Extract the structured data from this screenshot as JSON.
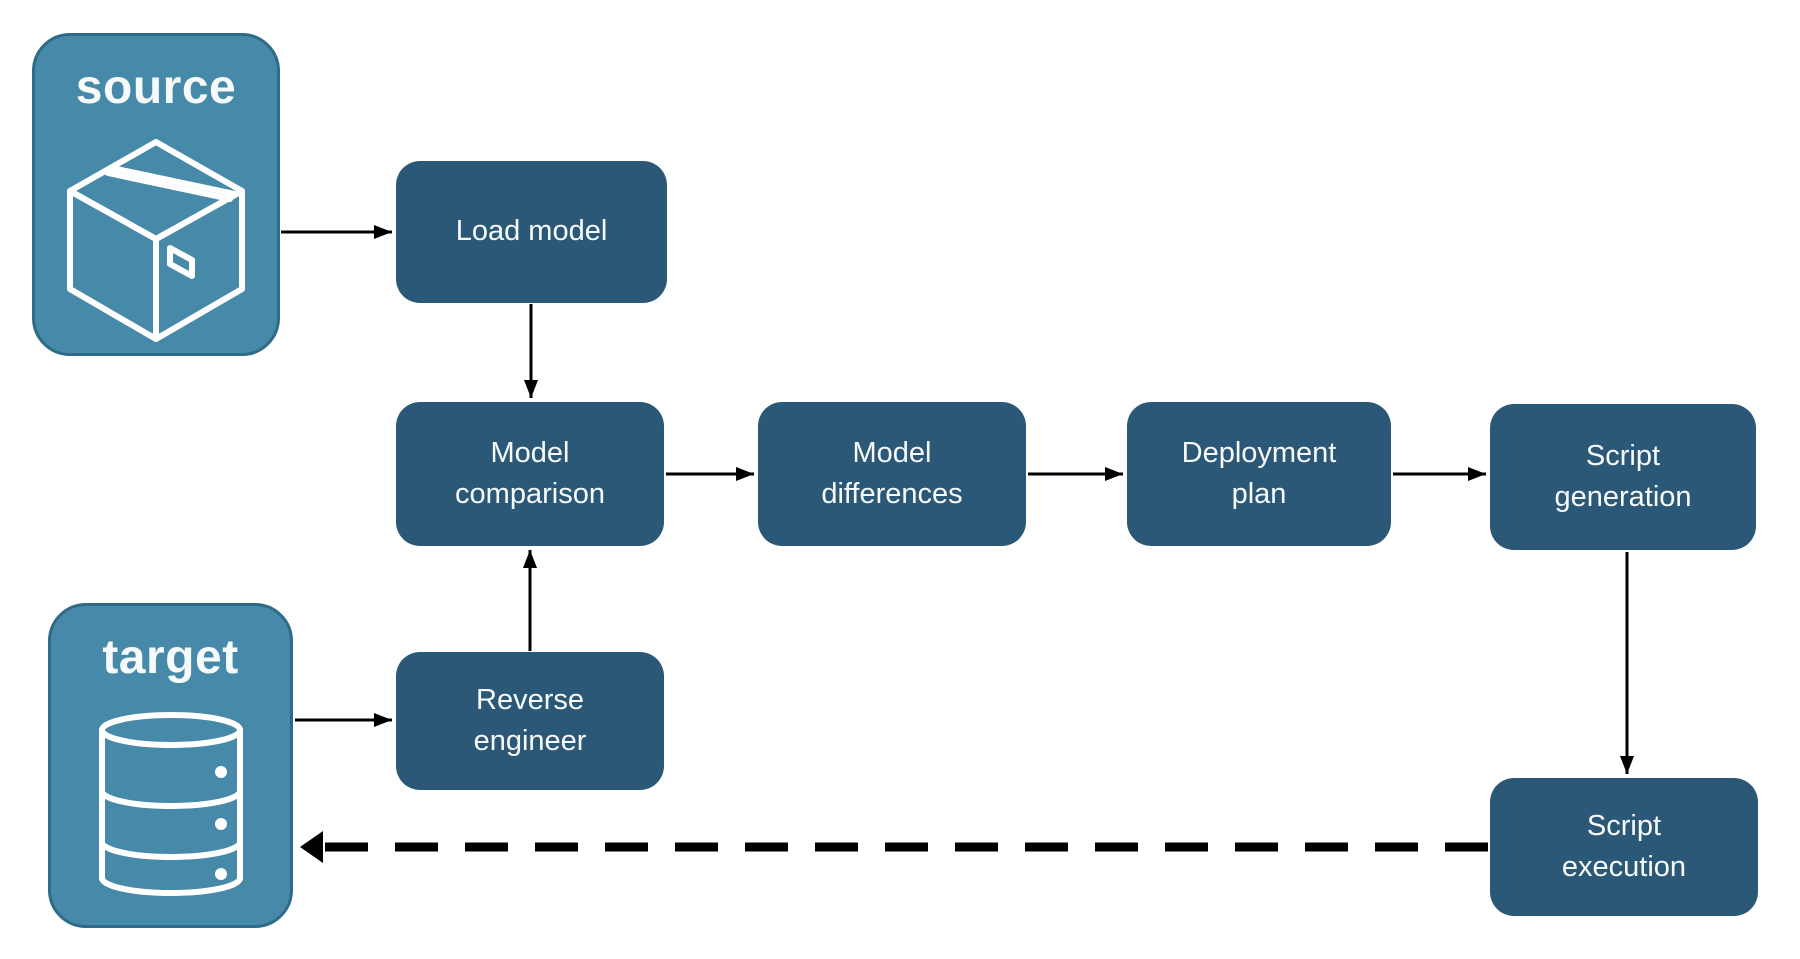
{
  "diagram": {
    "containers": {
      "source": {
        "label": "source",
        "icon": "package-icon"
      },
      "target": {
        "label": "target",
        "icon": "database-icon"
      }
    },
    "nodes": [
      {
        "id": "load-model",
        "label": "Load model"
      },
      {
        "id": "model-comparison",
        "label": "Model comparison"
      },
      {
        "id": "model-differences",
        "label": "Model differences"
      },
      {
        "id": "deployment-plan",
        "label": "Deployment plan"
      },
      {
        "id": "script-generation",
        "label": "Script generation"
      },
      {
        "id": "reverse-engineer",
        "label": "Reverse engineer"
      },
      {
        "id": "script-execution",
        "label": "Script execution"
      }
    ],
    "edges": [
      {
        "from": "source",
        "to": "load-model",
        "style": "solid"
      },
      {
        "from": "load-model",
        "to": "model-comparison",
        "style": "solid"
      },
      {
        "from": "model-comparison",
        "to": "model-differences",
        "style": "solid"
      },
      {
        "from": "model-differences",
        "to": "deployment-plan",
        "style": "solid"
      },
      {
        "from": "deployment-plan",
        "to": "script-generation",
        "style": "solid"
      },
      {
        "from": "target",
        "to": "reverse-engineer",
        "style": "solid"
      },
      {
        "from": "reverse-engineer",
        "to": "model-comparison",
        "style": "solid"
      },
      {
        "from": "script-generation",
        "to": "script-execution",
        "style": "solid"
      },
      {
        "from": "script-execution",
        "to": "target",
        "style": "dashed"
      }
    ]
  },
  "colors": {
    "container_fill": "#4789A8",
    "container_border": "#2E6B88",
    "node_fill": "#2B5877",
    "arrow_color": "#000000",
    "label_color": "#F7FAFB",
    "bg_color": "#FFFFFF"
  }
}
